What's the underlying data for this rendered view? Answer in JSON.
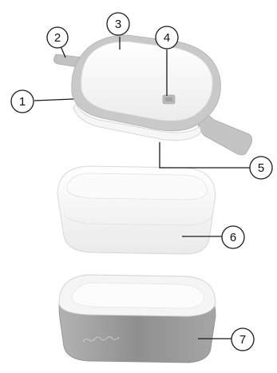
{
  "diagram": {
    "callouts": [
      {
        "label": "1"
      },
      {
        "label": "2"
      },
      {
        "label": "3"
      },
      {
        "label": "4"
      },
      {
        "label": "5"
      },
      {
        "label": "6"
      },
      {
        "label": "7"
      }
    ],
    "colors": {
      "white_plastic": "#f4f4f4",
      "lid_rim_grey": "#c8c8c8",
      "clip_grey": "#bdbdbd",
      "outer_box_grey": "#9a9a9a",
      "shadow": "#d9d9d9"
    }
  }
}
